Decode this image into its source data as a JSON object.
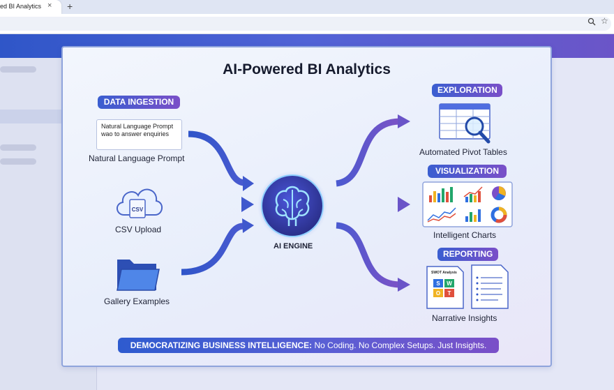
{
  "browser": {
    "tab_title": "ed BI Analytics",
    "close_glyph": "×",
    "new_tab_glyph": "+",
    "star_glyph": "☆"
  },
  "infographic": {
    "title": "AI-Powered BI Analytics",
    "data_ingestion": {
      "heading": "DATA INGESTION",
      "prompt_box_text": "Natural Language Prompt wao to answer enquiries",
      "items": [
        "Natural Language Prompt",
        "CSV Upload",
        "Gallery Examples"
      ],
      "csv_file_label": "CSV"
    },
    "engine": {
      "label": "AI ENGINE"
    },
    "outputs": [
      {
        "heading": "EXPLORATION",
        "label": "Automated Pivot Tables"
      },
      {
        "heading": "VISUALIZATION",
        "label": "Intelligent Charts"
      },
      {
        "heading": "REPORTING",
        "label": "Narrative Insights"
      }
    ],
    "swot": {
      "title": "SWOT Analysis",
      "letters": [
        "S",
        "W",
        "O",
        "T"
      ]
    },
    "tagline_bold": "DEMOCRATIZING BUSINESS INTELLIGENCE:",
    "tagline_rest": " No Coding. No Complex Setups. Just Insights."
  },
  "colors": {
    "accent_blue": "#3a5ed0",
    "accent_purple": "#7a4fc8",
    "swot_s": "#2f6fe0",
    "swot_w": "#22a66b",
    "swot_o": "#f0b323",
    "swot_t": "#e0503c"
  }
}
